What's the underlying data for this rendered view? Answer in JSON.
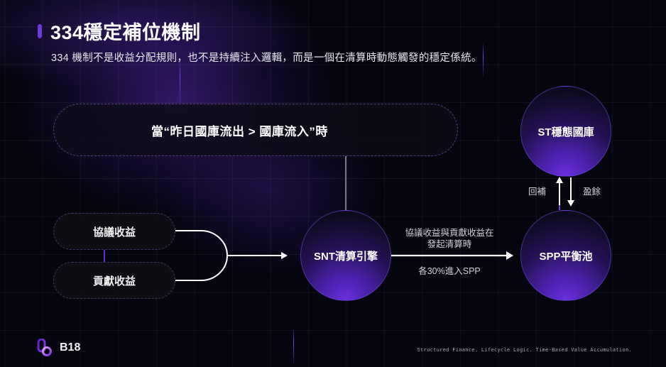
{
  "header": {
    "title": "334穩定補位機制",
    "subtitle": "334 機制不是收益分配規則，也不是持續注入邏輯，而是一個在清算時動態觸發的穩定係統。"
  },
  "diagram": {
    "condition": "當“昨日國庫流出 > 國庫流入”時",
    "inputs": [
      {
        "label": "協議收益"
      },
      {
        "label": "貢獻收益"
      }
    ],
    "nodes": {
      "engine": "SNT清算引擎",
      "pool": "SPP平衡池",
      "treasury": "ST穩態國庫"
    },
    "edge_engine_pool": {
      "label_top_line1": "協議收益與貢獻收益在",
      "label_top_line2": "發起清算時",
      "label_bottom": "各30%進入SPP"
    },
    "edge_pool_treasury": {
      "up_label": "回補",
      "down_label": "盈餘"
    }
  },
  "footer": {
    "brand": "B18",
    "tagline": "Structured Finance. Lifecycle Logic. Time-Based Value Accumulation.",
    "logo_icon": "chain-link-icon"
  },
  "colors": {
    "background": "#05050f",
    "accent": "#6a3ddb",
    "node_glow": "#6a2fe0",
    "text": "#ffffff"
  }
}
